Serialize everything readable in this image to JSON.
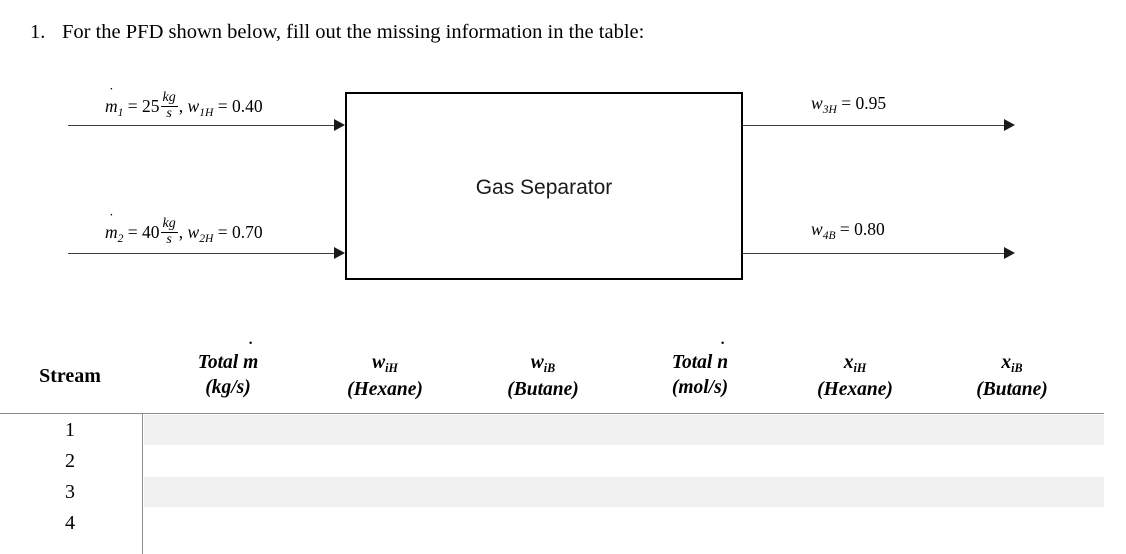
{
  "question": {
    "number": "1.",
    "text": "For the PFD shown below, fill out the missing information in the table:"
  },
  "diagram": {
    "unit_label": "Gas Separator",
    "streams": [
      {
        "id": "stream-1",
        "position": "inlet-top",
        "mass_symbol": "m",
        "mass_sub": "1",
        "mass_value": "25",
        "mass_units_numerator": "kg",
        "mass_units_denominator": "s",
        "separator": ", ",
        "frac_symbol": "w",
        "frac_sub": "1H",
        "frac_value": "0.40"
      },
      {
        "id": "stream-2",
        "position": "inlet-bottom",
        "mass_symbol": "m",
        "mass_sub": "2",
        "mass_value": "40",
        "mass_units_numerator": "kg",
        "mass_units_denominator": "s",
        "separator": ", ",
        "frac_symbol": "w",
        "frac_sub": "2H",
        "frac_value": "0.70"
      },
      {
        "id": "stream-3",
        "position": "outlet-top",
        "frac_symbol": "w",
        "frac_sub": "3H",
        "frac_value": "0.95"
      },
      {
        "id": "stream-4",
        "position": "outlet-bottom",
        "frac_symbol": "w",
        "frac_sub": "4B",
        "frac_value": "0.80"
      }
    ]
  },
  "table": {
    "headers": {
      "stream": "Stream",
      "total_m": {
        "line1_a": "Total ",
        "line1_b": "m",
        "line2": "(kg/s)"
      },
      "w_iH": {
        "sym": "w",
        "sub": "iH",
        "line2": "(Hexane)"
      },
      "w_iB": {
        "sym": "w",
        "sub": "iB",
        "line2": "(Butane)"
      },
      "total_n": {
        "line1_a": "Total ",
        "line1_b": "n",
        "line2": "(mol/s)"
      },
      "x_iH": {
        "sym": "x",
        "sub": "iH",
        "line2": "(Hexane)"
      },
      "x_iB": {
        "sym": "x",
        "sub": "iB",
        "line2": "(Butane)"
      }
    },
    "rows": [
      {
        "stream": "1",
        "total_m": "",
        "w_iH": "",
        "w_iB": "",
        "total_n": "",
        "x_iH": "",
        "x_iB": ""
      },
      {
        "stream": "2",
        "total_m": "",
        "w_iH": "",
        "w_iB": "",
        "total_n": "",
        "x_iH": "",
        "x_iB": ""
      },
      {
        "stream": "3",
        "total_m": "",
        "w_iH": "",
        "w_iB": "",
        "total_n": "",
        "x_iH": "",
        "x_iB": ""
      },
      {
        "stream": "4",
        "total_m": "",
        "w_iH": "",
        "w_iB": "",
        "total_n": "",
        "x_iH": "",
        "x_iB": ""
      }
    ]
  },
  "colors": {
    "text": "#000000",
    "row_shade": "#f1f1f1",
    "rule": "#8d8d8d",
    "line": "#3f3f3f"
  }
}
